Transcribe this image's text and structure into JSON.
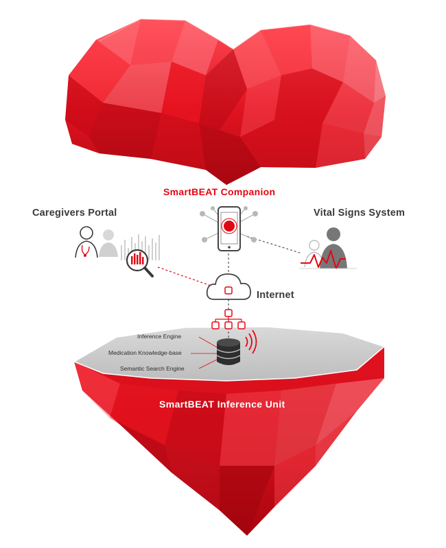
{
  "colors": {
    "accent_red": "#e30613",
    "heart_red": "#d8101c",
    "gray": "#8a8a8a",
    "dark_gray": "#3a3a3a",
    "cut_surface": "#c8c8c8"
  },
  "labels": {
    "companion": "SmartBEAT Companion",
    "caregivers": "Caregivers Portal",
    "vital_signs": "Vital Signs System",
    "internet": "Internet",
    "inference_unit": "SmartBEAT Inference Unit",
    "engine_items": [
      "Inference Engine",
      "Medication Knowledge-base",
      "Semantic Search Engine"
    ]
  },
  "icons": {
    "phone": "smartphone-icon",
    "cloud": "cloud-icon",
    "database": "database-icon",
    "signal": "wireless-signal-icon",
    "caregivers": "caregivers-people-icon",
    "magnifier": "magnifier-chart-icon",
    "patient": "patient-vitals-icon",
    "network": "network-nodes-icon"
  }
}
